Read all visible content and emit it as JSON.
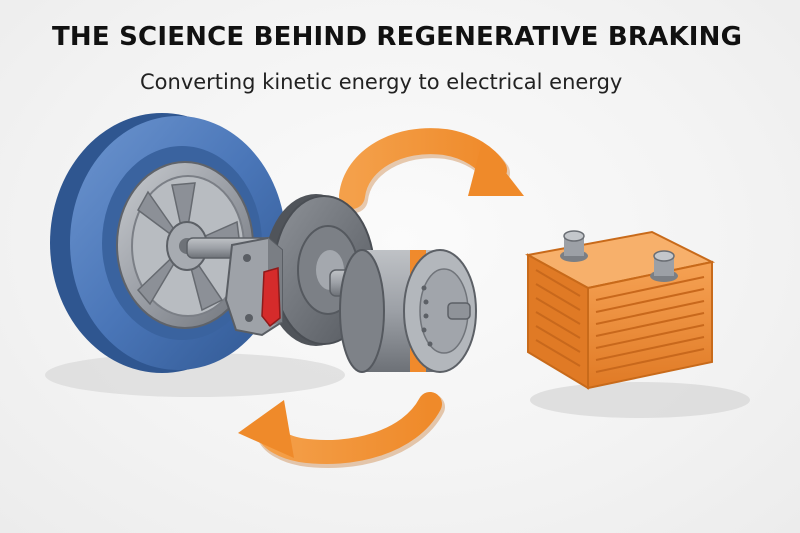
{
  "header": {
    "title": "THE SCIENCE BEHIND REGENERATIVE BRAKING",
    "subtitle": "Converting kinetic energy to electrical energy"
  },
  "diagram": {
    "components": [
      "wheel-tire",
      "brake-rotor",
      "brake-caliper",
      "axle",
      "electric-motor",
      "battery"
    ],
    "arrows": [
      "energy-flow-top",
      "energy-flow-bottom"
    ]
  },
  "colors": {
    "tire": "#4a76b8",
    "rim": "#9fa4ab",
    "accent": "#f08a2c",
    "caliper_red": "#d52b2b",
    "battery": "#f0913c",
    "text": "#111111"
  }
}
